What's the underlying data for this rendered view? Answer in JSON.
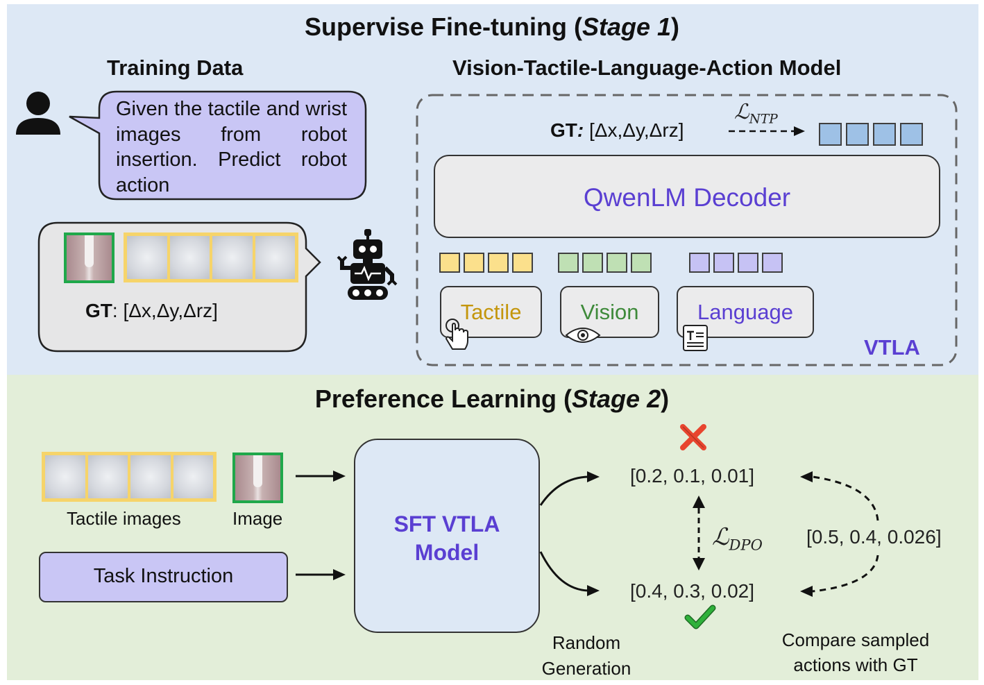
{
  "stage1": {
    "title_main": "Supervise Fine-tuning (",
    "title_stage": "Stage 1",
    "title_close": ")",
    "training_data_heading": "Training Data",
    "model_heading": "Vision-Tactile-Language-Action Model",
    "instruction_text": "Given the tactile and wrist images from robot insertion. Predict robot action",
    "sample_gt_label": "GT",
    "sample_gt_colon": ":",
    "sample_gt_value": " [Δx,Δy,Δrz]",
    "model_gt_label": "GT",
    "model_gt_colon": ":",
    "model_gt_value": " [Δx,Δy,Δrz]",
    "loss_ntp_symbol": "ℒ",
    "loss_ntp_sub": "NTP",
    "decoder_label": "QwenLM Decoder",
    "encoders": [
      {
        "label": "Tactile",
        "color": "#c4960c",
        "icon": "hand-pointer-icon"
      },
      {
        "label": "Vision",
        "color": "#3e8a3a",
        "icon": "eye-icon"
      },
      {
        "label": "Language",
        "color": "#5a3fd2",
        "icon": "text-document-icon"
      }
    ],
    "vtla_label": "VTLA"
  },
  "stage2": {
    "title_main": "Preference Learning (",
    "title_stage": "Stage 2",
    "title_close": ")",
    "tactile_caption": "Tactile images",
    "image_caption": "Image",
    "task_instruction": "Task Instruction",
    "sft_model_line1": "SFT VTLA",
    "sft_model_line2": "Model",
    "rejected_action": "[0.2, 0.1, 0.01]",
    "chosen_action": "[0.4, 0.3, 0.02]",
    "gt_action": "[0.5, 0.4, 0.026]",
    "loss_dpo_symbol": "ℒ",
    "loss_dpo_sub": "DPO",
    "random_generation_line1": "Random",
    "random_generation_line2": "Generation",
    "compare_line1": "Compare sampled",
    "compare_line2": "actions with GT"
  },
  "colors": {
    "top_bg": "#dde8f5",
    "bottom_bg": "#e3eed9",
    "speech_fill": "#c9c6f5",
    "tactile_token": "#fbe08c",
    "vision_token": "#bfe0b4",
    "language_token": "#c6c2f4",
    "output_token": "#9ec1e6",
    "purple_text": "#5a3fd2",
    "reject_red": "#e8452f",
    "accept_green": "#2fb13b"
  }
}
